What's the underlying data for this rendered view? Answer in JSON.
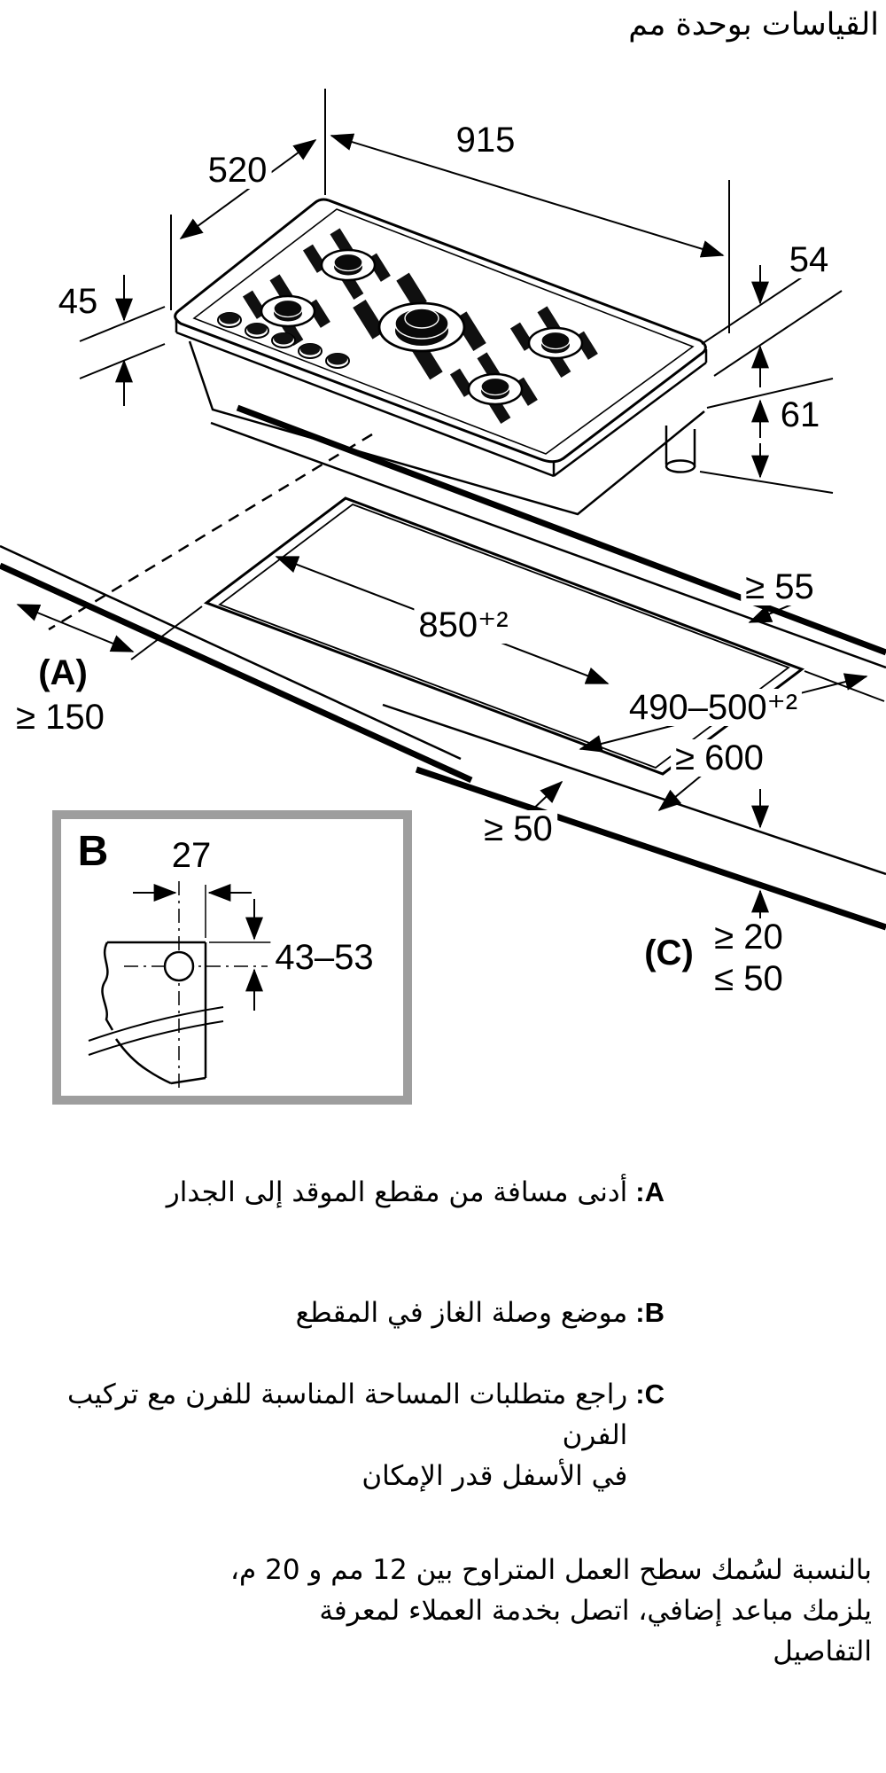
{
  "page": {
    "title": "القياسات بوحدة مم"
  },
  "hob": {
    "width": "915",
    "depth": "520",
    "profile_height": "54",
    "install_clearance": "45",
    "connection_height": "61"
  },
  "worktop": {
    "cutout_width": "850⁺²",
    "cutout_depth": "490–500⁺²",
    "rear_distance": "≥ 55",
    "wall_label": "(A)",
    "wall_distance": "≥ 150",
    "front_distance": "≥ 600",
    "side_distance": "≥ 50",
    "thickness_label": "(C)",
    "thickness_min": "≥ 20",
    "thickness_max": "≤ 50"
  },
  "detail": {
    "label": "B",
    "hole_offset": "27",
    "hole_range": "43–53"
  },
  "legend": {
    "a": {
      "letter": "A:",
      "text": "أدنى مسافة من مقطع الموقد إلى الجدار"
    },
    "b": {
      "letter": "B:",
      "text": "موضع وصلة الغاز في المقطع"
    },
    "c": {
      "letter": "C:",
      "line1": "راجع متطلبات المساحة المناسبة للفرن مع تركيب الفرن",
      "line2": "في الأسفل قدر الإمكان"
    }
  },
  "note": {
    "line1": "بالنسبة لسُمك سطح العمل المتراوح بين 12 مم و 20 م،",
    "line2": "يلزمك مباعد إضافي، اتصل بخدمة العملاء لمعرفة",
    "line3": "التفاصيل"
  },
  "colors": {
    "line": "#000000",
    "detail_frame": "#9e9e9e",
    "background": "#ffffff"
  }
}
